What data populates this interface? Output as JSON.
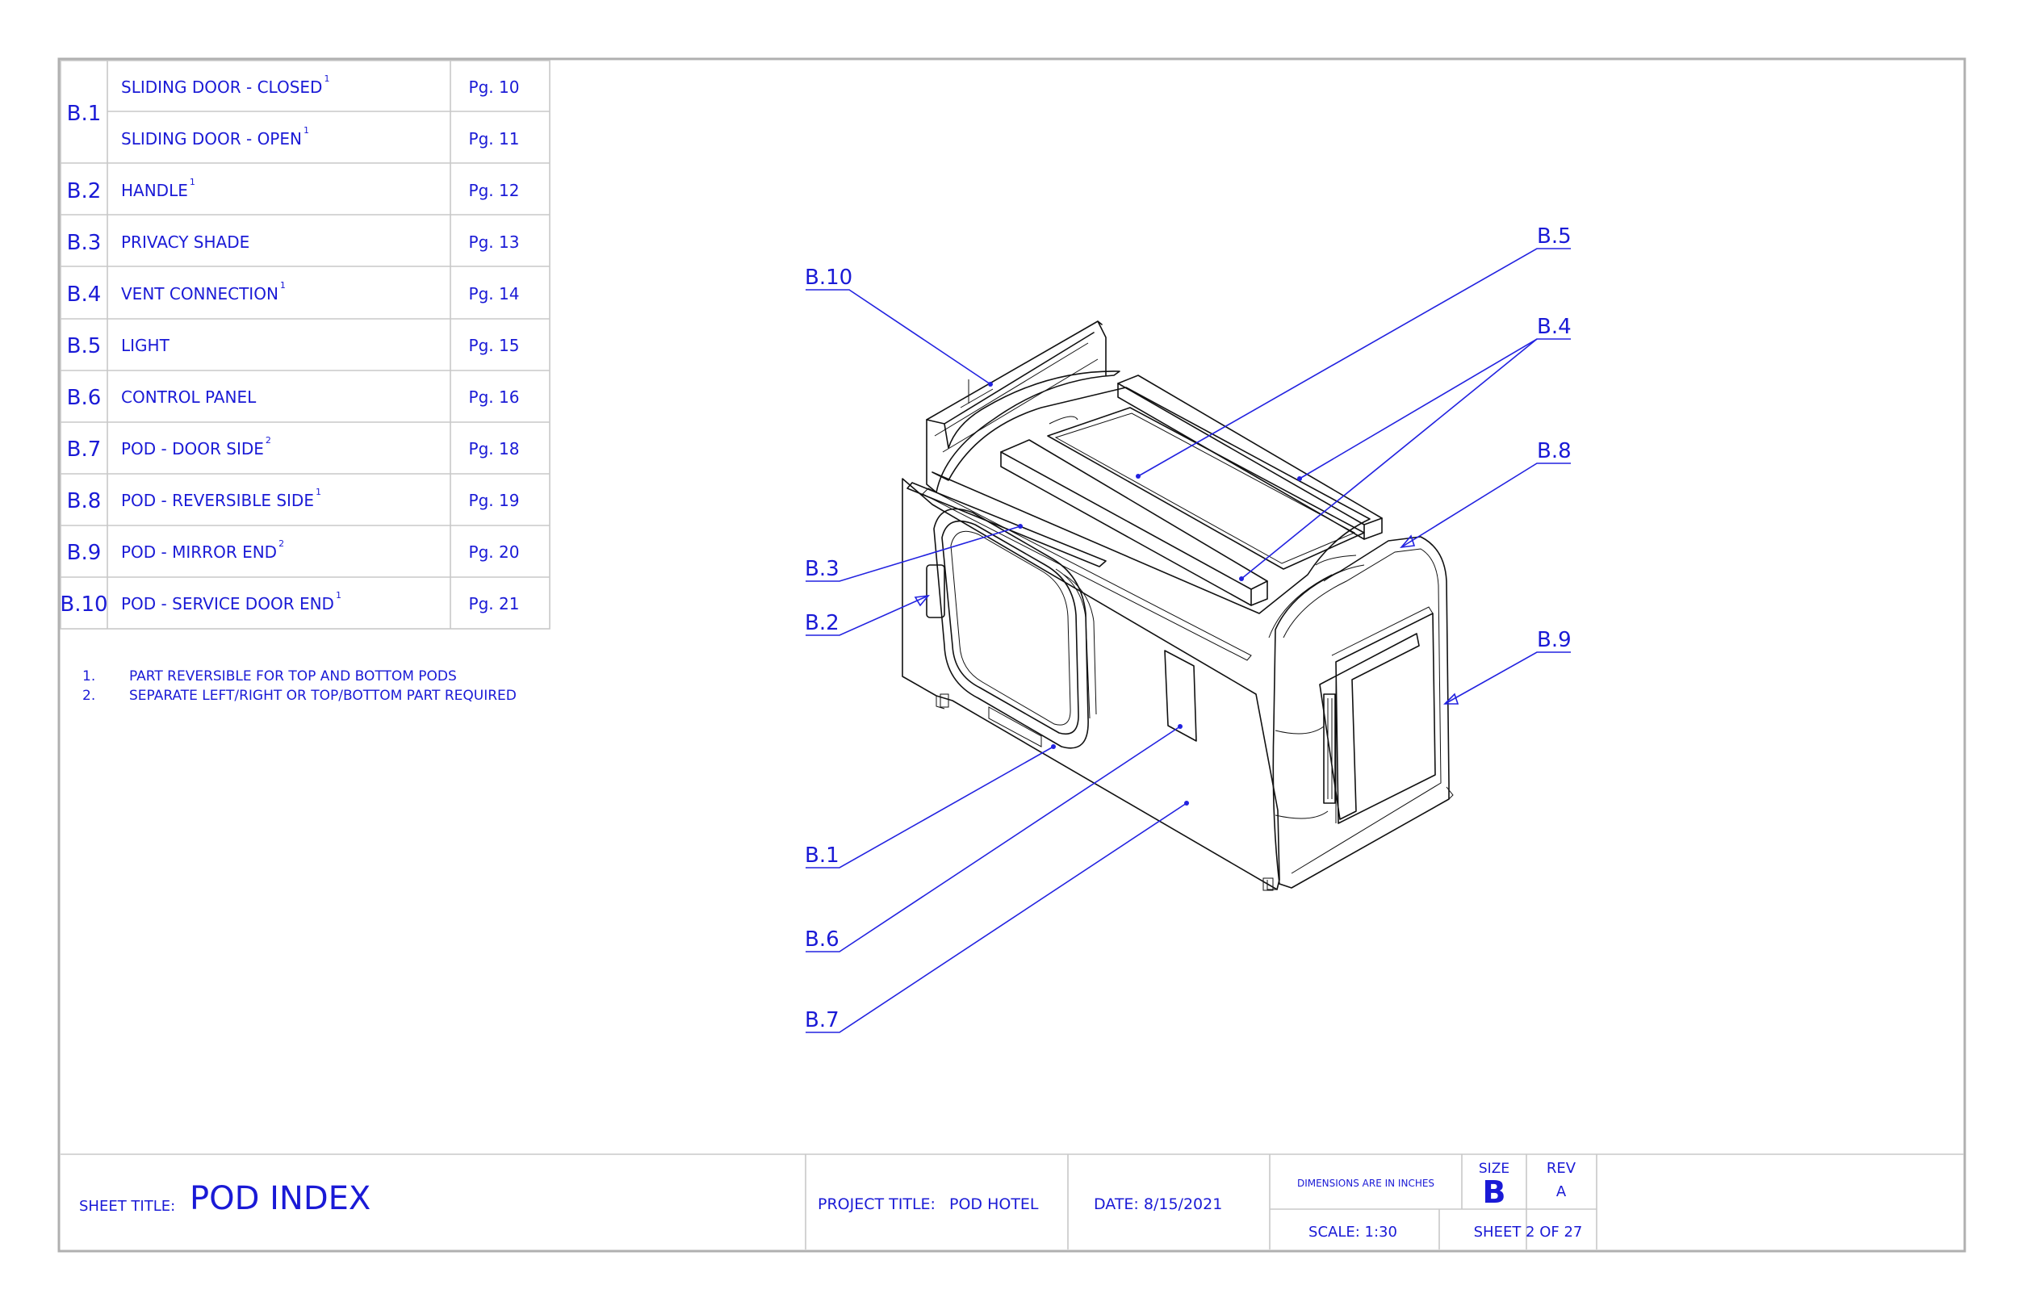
{
  "index_table": {
    "rows": [
      {
        "id": "B.1",
        "items": [
          {
            "desc": "SLIDING DOOR - CLOSED",
            "note": "1",
            "page": "Pg. 10"
          },
          {
            "desc": "SLIDING DOOR - OPEN",
            "note": "1",
            "page": "Pg. 11"
          }
        ]
      },
      {
        "id": "B.2",
        "items": [
          {
            "desc": "HANDLE",
            "note": "1",
            "page": "Pg. 12"
          }
        ]
      },
      {
        "id": "B.3",
        "items": [
          {
            "desc": "PRIVACY SHADE",
            "note": "",
            "page": "Pg. 13"
          }
        ]
      },
      {
        "id": "B.4",
        "items": [
          {
            "desc": "VENT CONNECTION",
            "note": "1",
            "page": "Pg. 14"
          }
        ]
      },
      {
        "id": "B.5",
        "items": [
          {
            "desc": "LIGHT",
            "note": "",
            "page": "Pg. 15"
          }
        ]
      },
      {
        "id": "B.6",
        "items": [
          {
            "desc": "CONTROL PANEL",
            "note": "",
            "page": "Pg. 16"
          }
        ]
      },
      {
        "id": "B.7",
        "items": [
          {
            "desc": "POD - DOOR SIDE",
            "note": "2",
            "page": "Pg. 18"
          }
        ]
      },
      {
        "id": "B.8",
        "items": [
          {
            "desc": "POD - REVERSIBLE SIDE",
            "note": "1",
            "page": "Pg. 19"
          }
        ]
      },
      {
        "id": "B.9",
        "items": [
          {
            "desc": "POD - MIRROR END",
            "note": "2",
            "page": "Pg. 20"
          }
        ]
      },
      {
        "id": "B.10",
        "items": [
          {
            "desc": "POD - SERVICE DOOR END",
            "note": "1",
            "page": "Pg. 21"
          }
        ]
      }
    ]
  },
  "notes": [
    {
      "num": "1.",
      "text": "PART REVERSIBLE FOR TOP AND BOTTOM PODS"
    },
    {
      "num": "2.",
      "text": "SEPARATE LEFT/RIGHT OR TOP/BOTTOM PART REQUIRED"
    }
  ],
  "callouts": {
    "b10": "B.10",
    "b5": "B.5",
    "b4": "B.4",
    "b8": "B.8",
    "b3": "B.3",
    "b2": "B.2",
    "b9": "B.9",
    "b1": "B.1",
    "b6": "B.6",
    "b7": "B.7"
  },
  "title_block": {
    "sheet_title_label": "SHEET TITLE:",
    "sheet_title": "POD INDEX",
    "project_title_label": "PROJECT TITLE:",
    "project_title": "POD HOTEL",
    "date": "DATE: 8/15/2021",
    "dimensions_note": "DIMENSIONS ARE IN INCHES",
    "size_label": "SIZE",
    "size": "B",
    "rev_label": "REV",
    "rev": "A",
    "scale": "SCALE: 1:30",
    "sheet_number": "SHEET 2 OF 27"
  },
  "colors": {
    "ink": "#1a1ad6",
    "frame": "#b0b0b0",
    "line": "#111111"
  }
}
